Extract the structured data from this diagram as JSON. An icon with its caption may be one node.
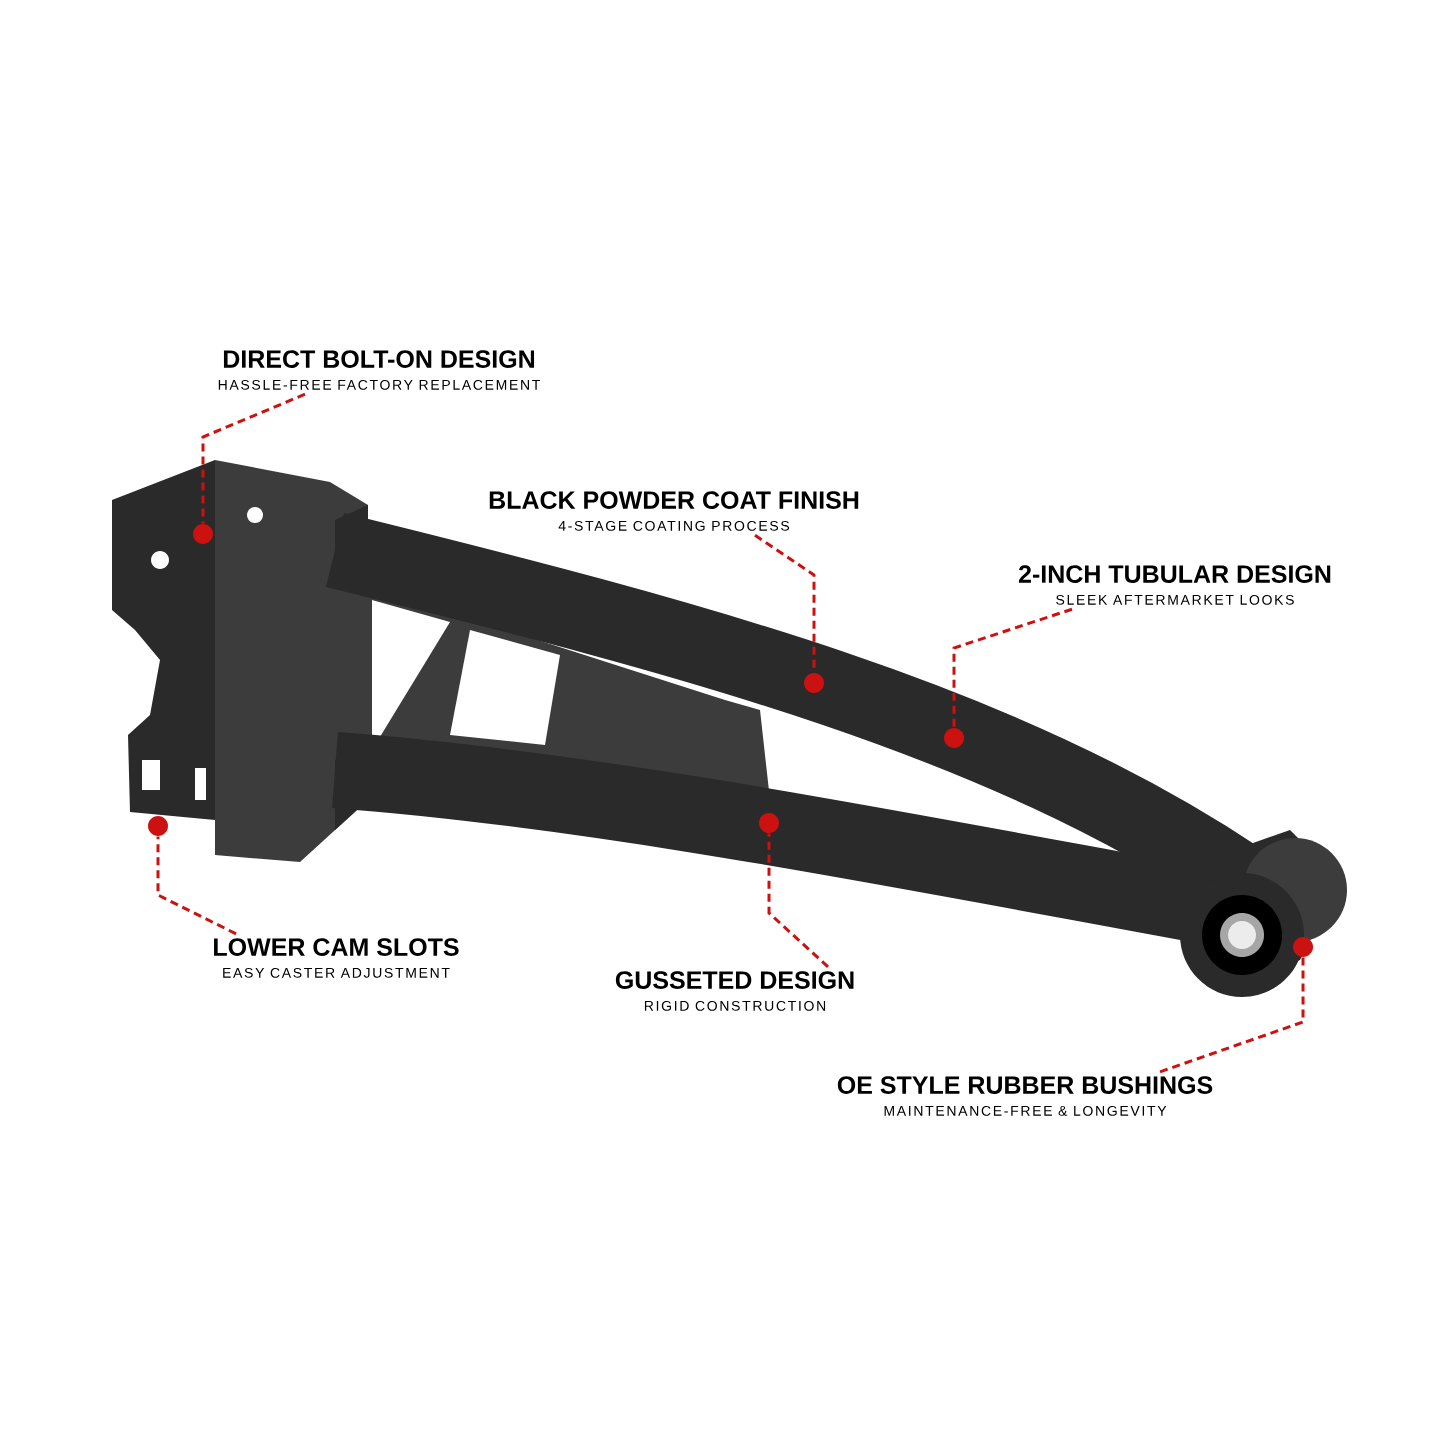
{
  "diagram": {
    "nodes": [
      {
        "text": [
          "DIRECT BOLT-ON DESIGN",
          "HASSLE-FREE FACTORY REPLACEMENT"
        ]
      },
      {
        "text": [
          "BLACK POWDER COAT FINISH",
          "4-STAGE COATING PROCESS"
        ]
      },
      {
        "text": [
          "2-INCH TUBULAR DESIGN",
          "SLEEK AFTERMARKET LOOKS"
        ]
      },
      {
        "text": [
          "LOWER CAM SLOTS",
          "EASY CASTER ADJUSTMENT"
        ]
      },
      {
        "text": [
          "GUSSETED DESIGN",
          "RIGID CONSTRUCTION"
        ]
      },
      {
        "text": [
          "OE STYLE RUBBER BUSHINGS",
          "MAINTENANCE-FREE & LONGEVITY"
        ]
      },
      {
        "text": [],
        "shape": "circle"
      },
      {
        "text": [],
        "shape": "circle"
      },
      {
        "text": [],
        "shape": "circle"
      },
      {
        "text": [],
        "shape": "circle"
      },
      {
        "text": [],
        "shape": "circle"
      },
      {
        "text": [],
        "shape": "circle"
      }
    ],
    "edges": [
      {
        "from": 0,
        "to": 6,
        "arrow": "none"
      },
      {
        "from": 1,
        "to": 7,
        "arrow": "none"
      },
      {
        "from": 2,
        "to": 8,
        "arrow": "none"
      },
      {
        "from": 3,
        "to": 9,
        "arrow": "none"
      },
      {
        "from": 4,
        "to": 10,
        "arrow": "none"
      },
      {
        "from": 5,
        "to": 11,
        "arrow": "none"
      }
    ]
  }
}
